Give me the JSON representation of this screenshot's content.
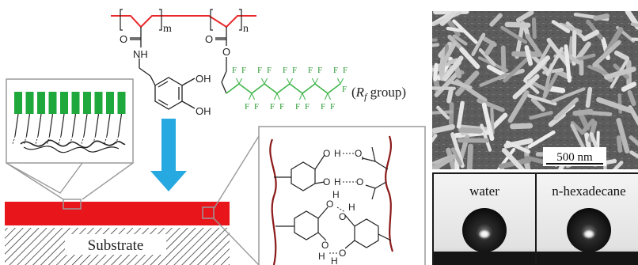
{
  "colors": {
    "polymer_backbone": "#e8282a",
    "fluoro_chain": "#3fb54a",
    "fluoro_label": "#2e9b36",
    "brush_block": "#1fa83c",
    "arrow": "#26a9e0",
    "coating": "#e8151b",
    "zoom_box": "#9a9a9a",
    "hbond_backbone": "#8b1a1a"
  },
  "monomer_left": {
    "subscript": "m",
    "carbonyl_o": "O",
    "amide": "NH",
    "hydroxyl_top": "OH",
    "hydroxyl_bottom": "OH"
  },
  "monomer_right": {
    "subscript": "n",
    "carbonyl_o": "O",
    "ester_o": "O",
    "fluorine": "F"
  },
  "rf_group": {
    "open": "(",
    "symbol": "R",
    "subscript": "f",
    "text": " group)"
  },
  "substrate": {
    "label": "Substrate"
  },
  "hbond_inset": {
    "oxygen": "O",
    "hydrogen": "H"
  },
  "sem": {
    "scale_bar": "500 nm"
  },
  "droplets": {
    "water_label": "water",
    "hexadecane_label": "n-hexadecane"
  }
}
